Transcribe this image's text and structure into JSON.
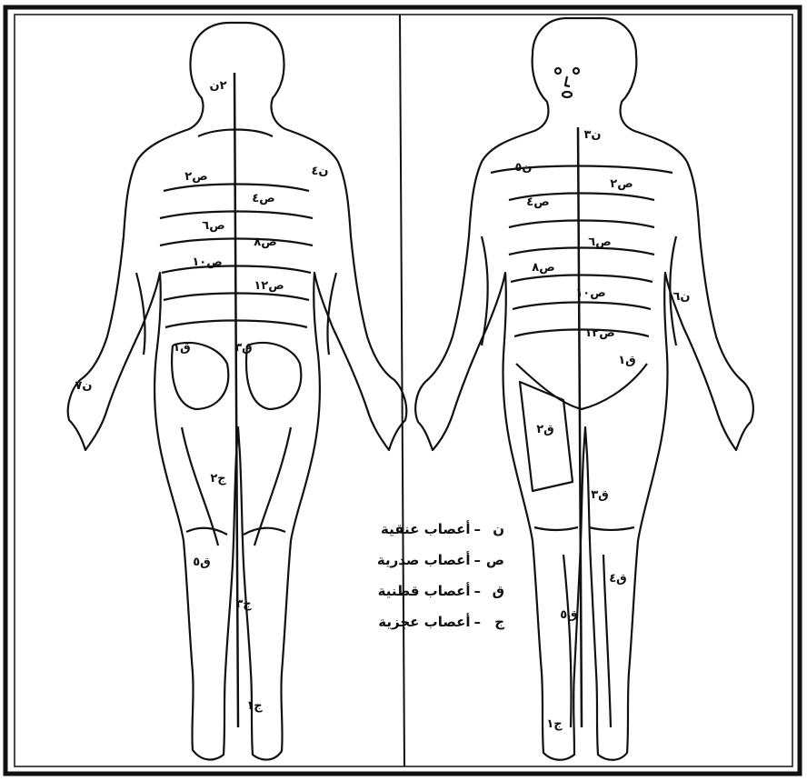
{
  "legend": {
    "items": [
      {
        "key": "ن",
        "dash": "–",
        "label": "أعصاب عنقية"
      },
      {
        "key": "ص",
        "dash": "–",
        "label": "أعصاب صدرية"
      },
      {
        "key": "ق",
        "dash": "–",
        "label": "أعصاب قطنية"
      },
      {
        "key": "ج",
        "dash": "–",
        "label": "أعصاب عجزية"
      }
    ]
  },
  "dermatome_labels": {
    "back": [
      "٢ن",
      "ن٤",
      "ص٢",
      "ص٤",
      "ص٦",
      "ص٨",
      "ص١٠",
      "ص١٢",
      "ن٧",
      "ق١",
      "ق٣",
      "ق٥",
      "ج٢",
      "ج٣",
      "ج١"
    ],
    "front": [
      "ن٥",
      "ن٣",
      "ص٢",
      "ص٤",
      "ص٦",
      "ص٨",
      "ص١٠",
      "ص١٢",
      "ن٦",
      "ق١",
      "ق٢",
      "ق٣",
      "ق٤",
      "ق٥",
      "ج١"
    ]
  },
  "colors": {
    "ink": "#111111",
    "background": "#ffffff"
  }
}
